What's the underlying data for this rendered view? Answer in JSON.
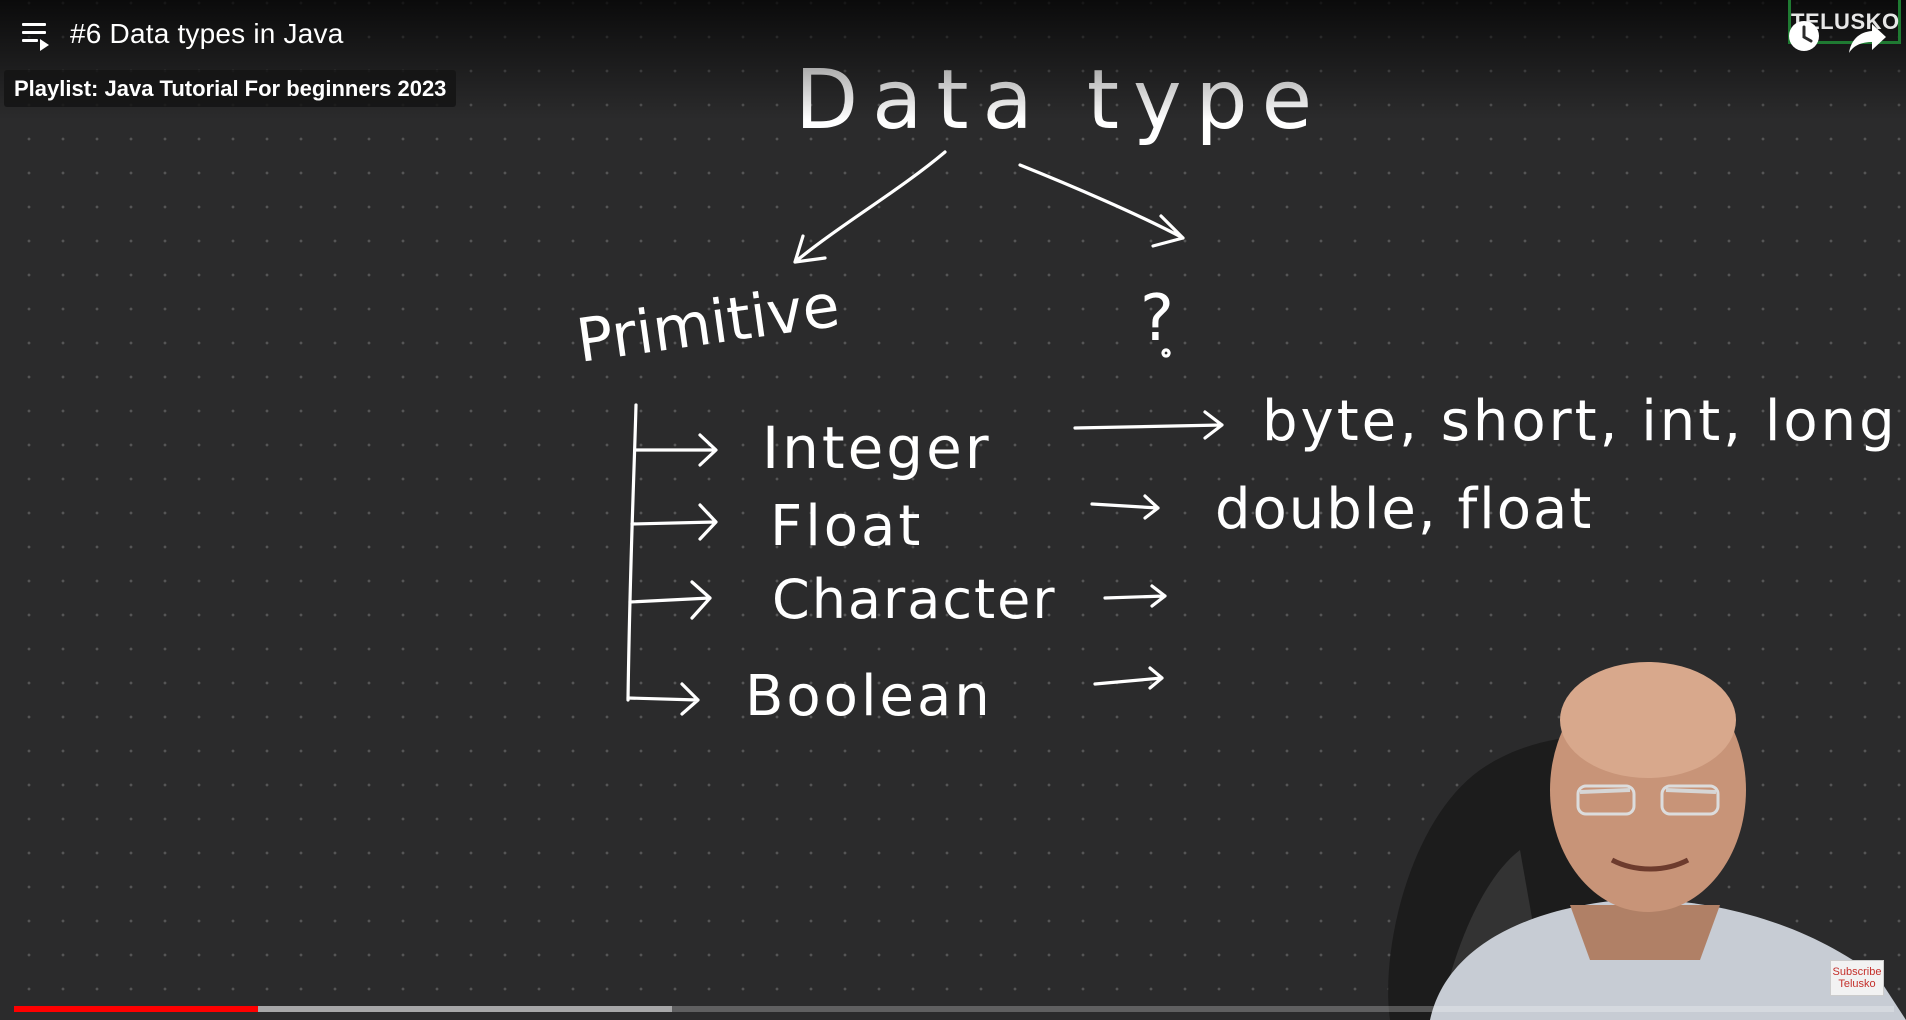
{
  "header": {
    "title": "#6 Data types in Java",
    "playlist_label": "Playlist: Java Tutorial For beginners 2023"
  },
  "channel_logo": "TELUSKO",
  "icons": {
    "playlist_menu": "playlist-menu-icon",
    "watch_later": "clock-icon",
    "share": "share-arrow-icon"
  },
  "whiteboard": {
    "root": "Data type",
    "left_branch": "Primitive",
    "right_branch": "?",
    "rows": [
      {
        "category": "Integer",
        "types": "byte, short, int, long"
      },
      {
        "category": "Float",
        "types": "double, float"
      },
      {
        "category": "Character",
        "types": ""
      },
      {
        "category": "Boolean",
        "types": ""
      }
    ]
  },
  "subscribe_badge": {
    "line1": "Subscribe",
    "line2": "Telusko"
  },
  "progress": {
    "played_fraction": 0.13,
    "buffered_fraction": 0.35
  },
  "colors": {
    "progress_played": "#ff0000",
    "logo_border": "#1f7a32",
    "board": "#2b2b2c"
  }
}
